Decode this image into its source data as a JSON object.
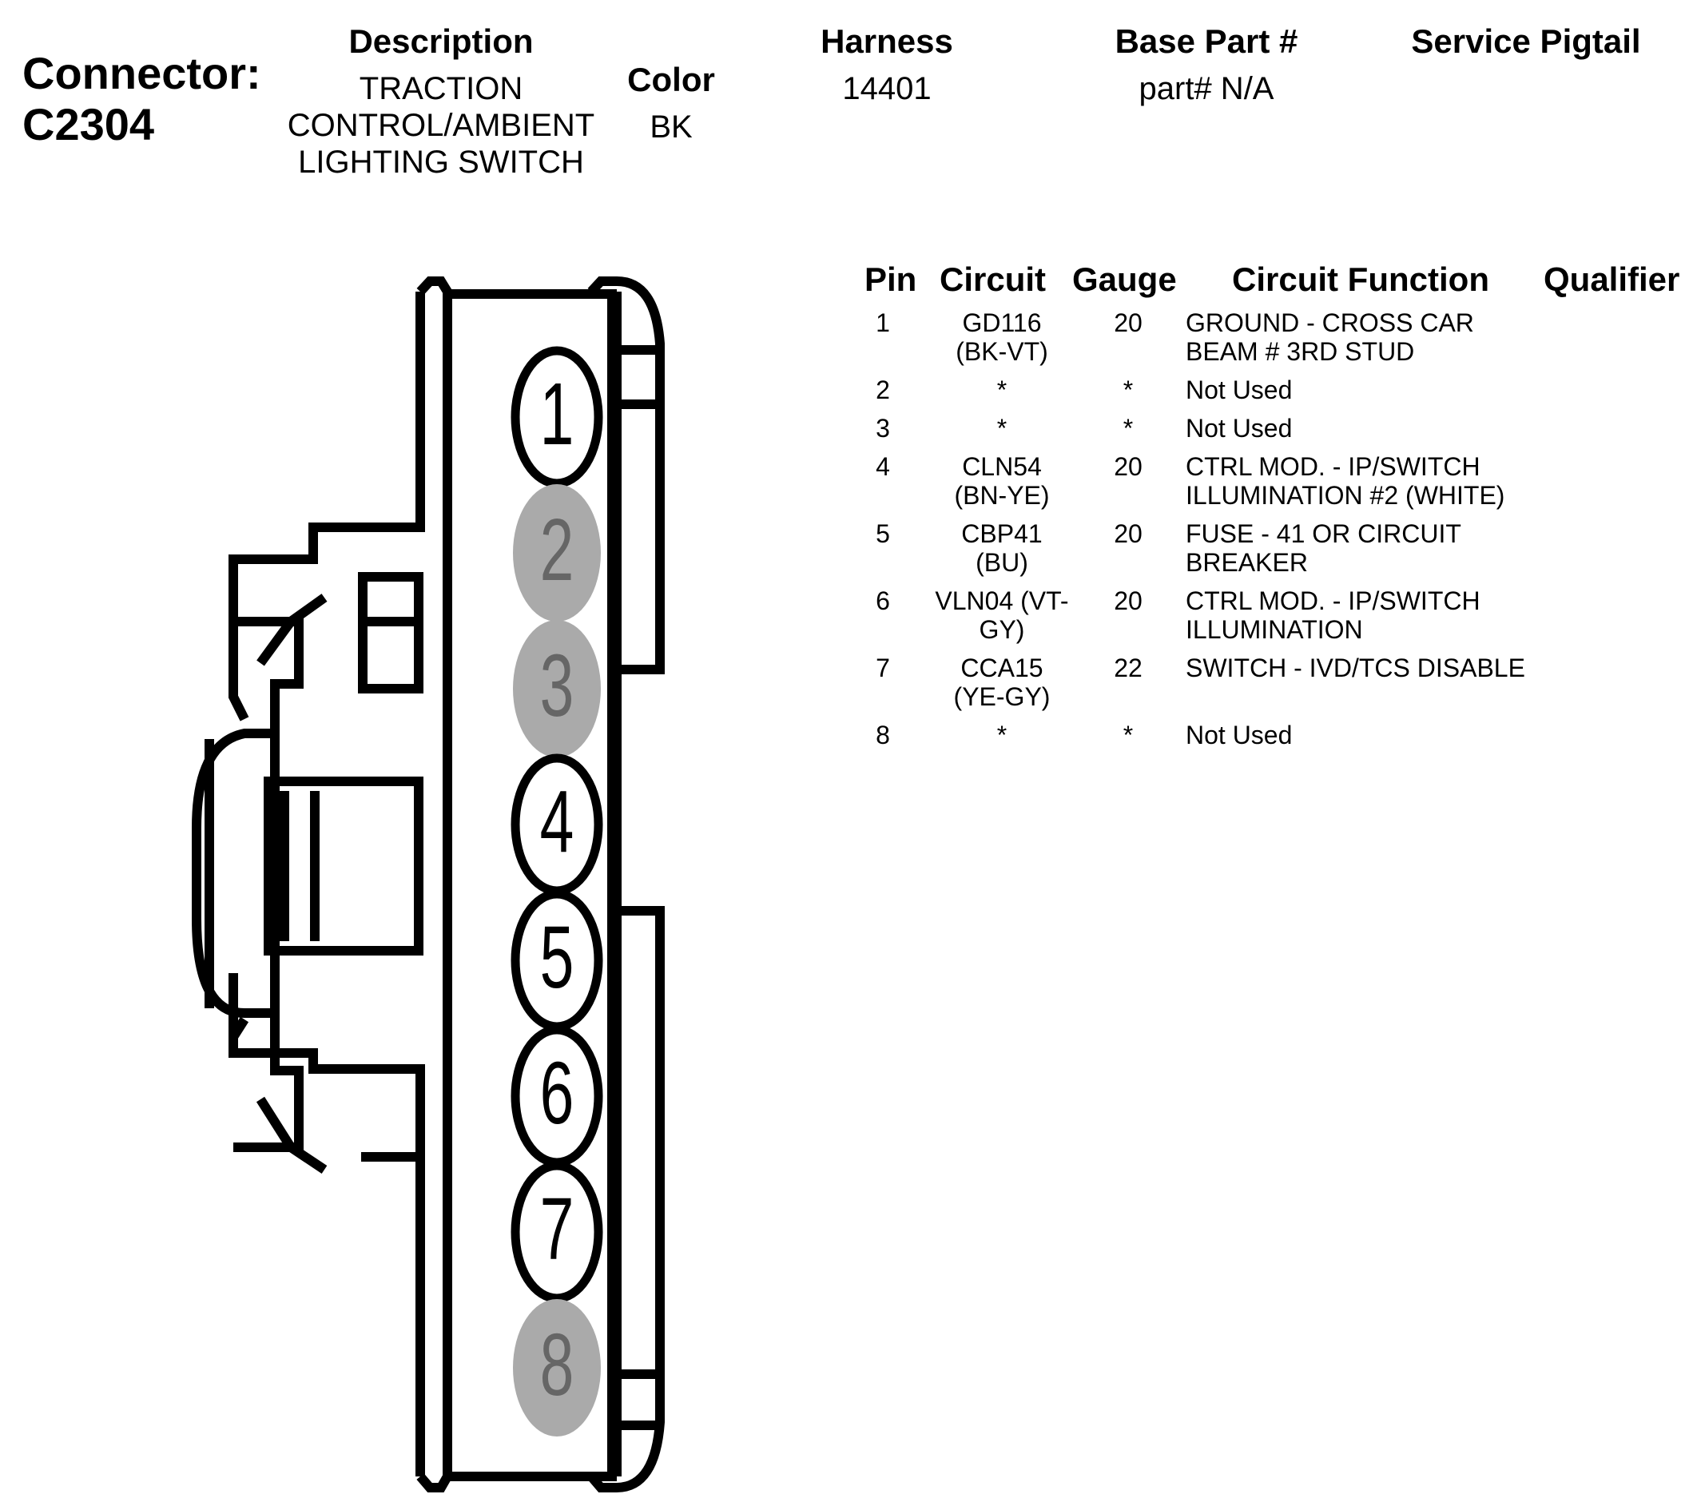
{
  "header": {
    "connector_label": "Connector:",
    "connector_id": "C2304",
    "description_heading": "Description",
    "description_lines": [
      "TRACTION",
      "CONTROL/AMBIENT",
      "LIGHTING SWITCH"
    ],
    "color_heading": "Color",
    "color_value": "BK",
    "harness_heading": "Harness",
    "harness_value": "14401",
    "base_part_heading": "Base Part #",
    "base_part_value": "part# N/A",
    "service_pigtail_heading": "Service Pigtail",
    "service_pigtail_value": ""
  },
  "table": {
    "columns": [
      "Pin",
      "Circuit",
      "Gauge",
      "Circuit Function",
      "Qualifier"
    ],
    "rows": [
      {
        "pin": "1",
        "circuit": [
          "GD116",
          "(BK-VT)"
        ],
        "gauge": "20",
        "function": [
          "GROUND - CROSS CAR",
          "BEAM # 3RD STUD"
        ],
        "qualifier": ""
      },
      {
        "pin": "2",
        "circuit": [
          "*"
        ],
        "gauge": "*",
        "function": [
          "Not Used"
        ],
        "qualifier": ""
      },
      {
        "pin": "3",
        "circuit": [
          "*"
        ],
        "gauge": "*",
        "function": [
          "Not Used"
        ],
        "qualifier": ""
      },
      {
        "pin": "4",
        "circuit": [
          "CLN54",
          "(BN-YE)"
        ],
        "gauge": "20",
        "function": [
          "CTRL MOD. - IP/SWITCH",
          "ILLUMINATION #2 (WHITE)"
        ],
        "qualifier": ""
      },
      {
        "pin": "5",
        "circuit": [
          "CBP41",
          "(BU)"
        ],
        "gauge": "20",
        "function": [
          "FUSE - 41 OR CIRCUIT",
          "BREAKER"
        ],
        "qualifier": ""
      },
      {
        "pin": "6",
        "circuit": [
          "VLN04 (VT-",
          "GY)"
        ],
        "gauge": "20",
        "function": [
          "CTRL MOD. - IP/SWITCH",
          "ILLUMINATION"
        ],
        "qualifier": ""
      },
      {
        "pin": "7",
        "circuit": [
          "CCA15",
          "(YE-GY)"
        ],
        "gauge": "22",
        "function": [
          "SWITCH - IVD/TCS DISABLE"
        ],
        "qualifier": ""
      },
      {
        "pin": "8",
        "circuit": [
          "*"
        ],
        "gauge": "*",
        "function": [
          "Not Used"
        ],
        "qualifier": ""
      }
    ]
  },
  "diagram": {
    "pins": [
      {
        "label": "1",
        "used": true
      },
      {
        "label": "2",
        "used": false
      },
      {
        "label": "3",
        "used": false
      },
      {
        "label": "4",
        "used": true
      },
      {
        "label": "5",
        "used": true
      },
      {
        "label": "6",
        "used": true
      },
      {
        "label": "7",
        "used": true
      },
      {
        "label": "8",
        "used": false
      }
    ],
    "colors": {
      "outline": "#000000",
      "used_pin_fill": "#ffffff",
      "unused_pin_fill": "#aaaaaa",
      "unused_pin_text": "#666666"
    }
  }
}
